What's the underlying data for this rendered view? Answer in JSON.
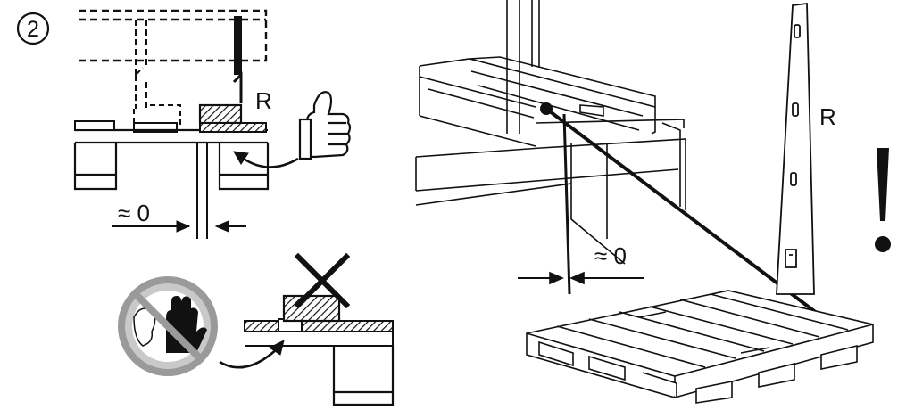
{
  "step": {
    "number": "2"
  },
  "labels": {
    "rack_left": "R",
    "rack_right": "R",
    "gap_left": "≈ 0",
    "gap_right": "≈ 0"
  },
  "icons": {
    "approve": "thumbs-up-icon",
    "prohibit": "no-hand-icon",
    "wrong": "cross-icon",
    "warning": "exclamation-icon"
  },
  "colors": {
    "ink": "#111111",
    "prohibit_ring": "#9a9a9a",
    "prohibit_fill": "#c9c9c9"
  }
}
